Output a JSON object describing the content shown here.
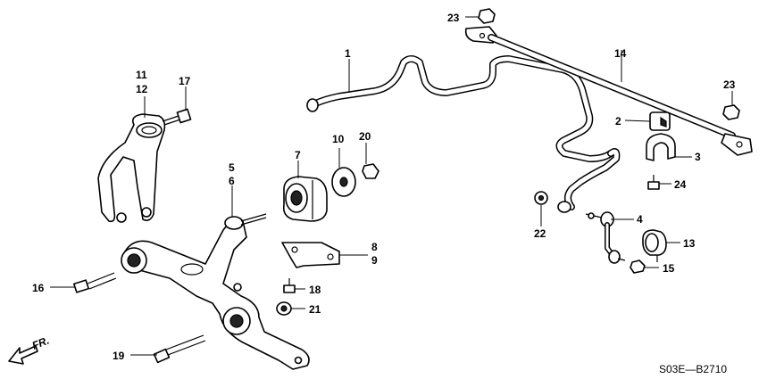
{
  "diagram": {
    "callouts": {
      "c1": "1",
      "c2": "2",
      "c3": "3",
      "c4": "4",
      "c5": "5",
      "c6": "6",
      "c7": "7",
      "c8": "8",
      "c9": "9",
      "c10": "10",
      "c11": "11",
      "c12": "12",
      "c13": "13",
      "c14": "14",
      "c15": "15",
      "c16": "16",
      "c17": "17",
      "c18": "18",
      "c19": "19",
      "c20": "20",
      "c21": "21",
      "c22": "22",
      "c23a": "23",
      "c23b": "23",
      "c24": "24"
    },
    "direction_label": "FR.",
    "code": "S03E—B2710"
  }
}
